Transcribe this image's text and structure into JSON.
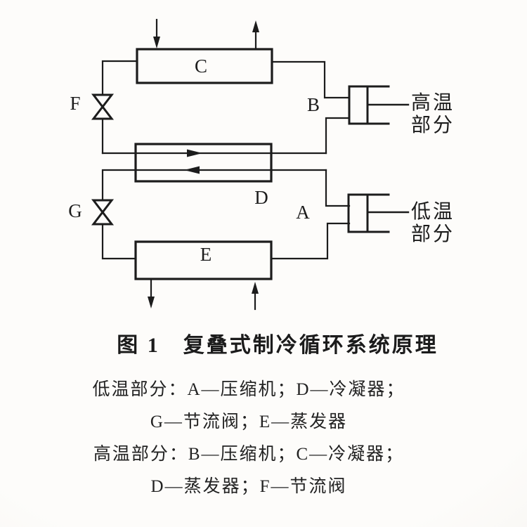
{
  "figure": {
    "caption": "图 1　复叠式制冷循环系统原理",
    "legend_lines": [
      "低温部分：A—压缩机；D—冷凝器；",
      "G—节流阀；E—蒸发器",
      "高温部分：B—压缩机；C—冷凝器；",
      "D—蒸发器；F—节流阀"
    ]
  },
  "diagram": {
    "labels": {
      "c": "C",
      "d": "D",
      "e": "E",
      "a": "A",
      "b": "B",
      "f": "F",
      "g": "G"
    },
    "sections": {
      "high": {
        "line1": "高温",
        "line2": "部分"
      },
      "low": {
        "line1": "低温",
        "line2": "部分"
      }
    },
    "colors": {
      "ink": "#1c1c1c",
      "paper": "#fbfaf8"
    }
  }
}
